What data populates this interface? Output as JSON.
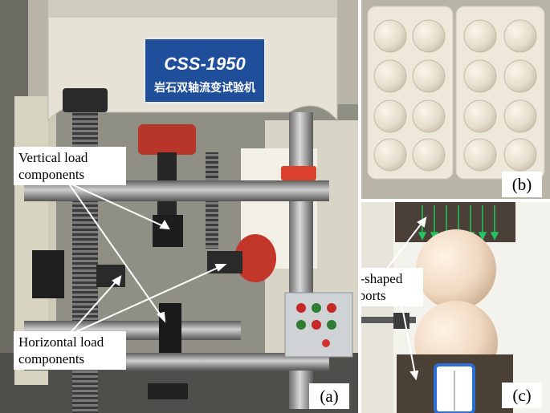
{
  "panel_a": {
    "machine_model": "CSS-1950",
    "machine_name_cn": "岩石双轴流变试验机",
    "label_vertical": "Vertical load components",
    "label_horizontal": "Horizontal load components",
    "panel_letter": "(a)"
  },
  "panel_b": {
    "panel_letter": "(b)"
  },
  "panel_c": {
    "label_supports": "Arc-shaped supports",
    "panel_letter": "(c)"
  },
  "colors": {
    "background": "#ffffff",
    "frame_cream": "#e6e3d6",
    "nameplate_blue": "#1f4e9b",
    "load_arrow_green": "#22c55e",
    "annotation_arrow": "#ffffff"
  }
}
